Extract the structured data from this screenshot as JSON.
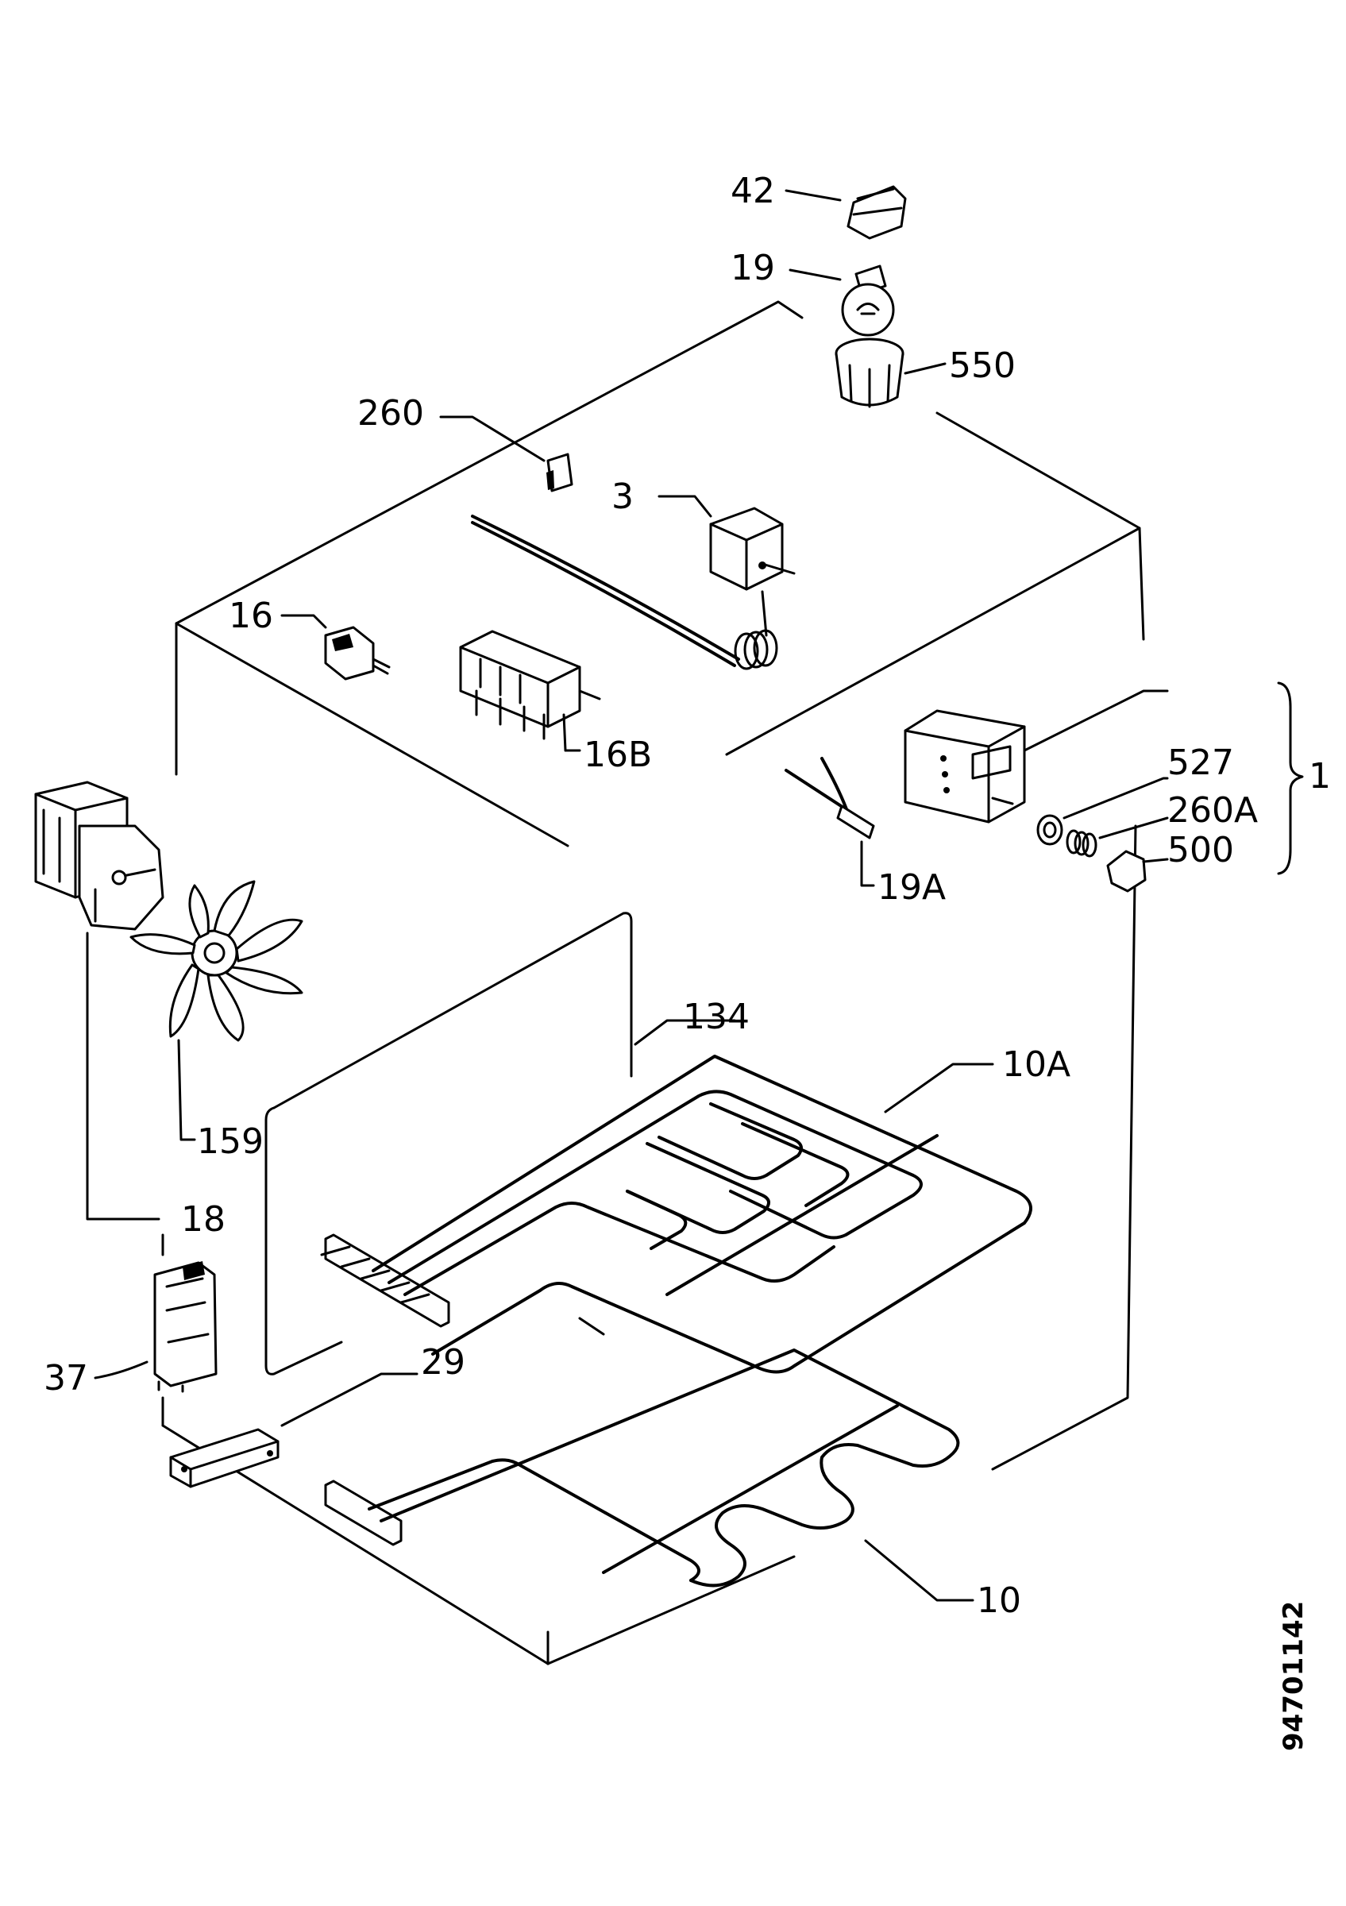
{
  "labels": {
    "p42": "42",
    "p19": "19",
    "p550": "550",
    "p260": "260",
    "p3": "3",
    "p16": "16",
    "p16b": "16B",
    "p527": "527",
    "p1": "1",
    "p260a": "260A",
    "p500": "500",
    "p19a": "19A",
    "p134": "134",
    "p10a": "10A",
    "p159": "159",
    "p18": "18",
    "p37": "37",
    "p29": "29",
    "p10": "10"
  },
  "document_id": "94701142"
}
